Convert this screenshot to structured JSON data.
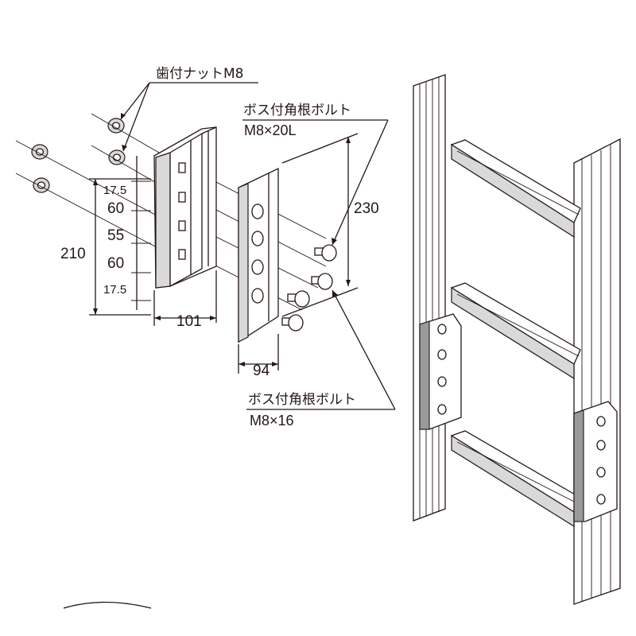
{
  "labels": {
    "toothed_nut": "歯付ナットM8",
    "boss_bolt_long_name": "ボス付角根ボルト",
    "boss_bolt_long_size": "M8×20L",
    "boss_bolt_short_name": "ボス付角根ボルト",
    "boss_bolt_short_size": "M8×16"
  },
  "dimensions": {
    "spacing_top": "17.5",
    "spacing_1": "60",
    "spacing_2": "55",
    "spacing_3": "60",
    "spacing_bottom": "17.5",
    "total_height": "210",
    "outer_width": "101",
    "inner_width": "94",
    "inner_height": "230"
  }
}
